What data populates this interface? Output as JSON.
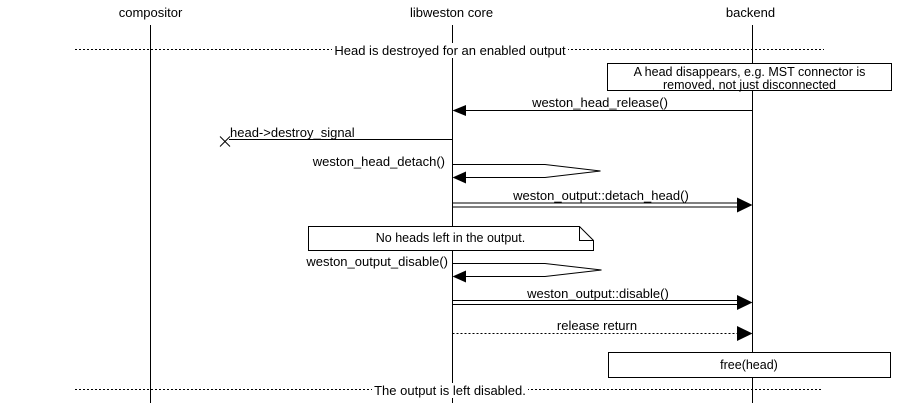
{
  "colors": {
    "stroke": "#000000",
    "background": "#ffffff"
  },
  "actors": {
    "compositor": "compositor",
    "core": "libweston core",
    "backend": "backend"
  },
  "dividers": {
    "top": "Head is destroyed for an enabled output",
    "bottom": "The output is left disabled."
  },
  "notes": {
    "disappear_line1": "A head disappears, e.g. MST connector is",
    "disappear_line2": "removed, not just disconnected",
    "no_heads": "No heads left in the output.",
    "free_head": "free(head)"
  },
  "messages": {
    "head_release": "weston_head_release()",
    "destroy_signal": "head->destroy_signal",
    "head_detach": "weston_head_detach()",
    "detach_head": "weston_output::detach_head()",
    "output_disable": "weston_output_disable()",
    "disable": "weston_output::disable()",
    "release_return": "release return"
  }
}
